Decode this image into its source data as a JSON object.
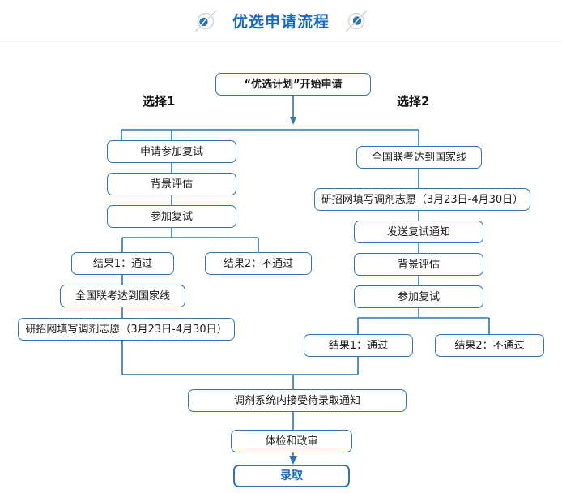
{
  "header": {
    "title": "优选申请流程",
    "left_icon": "circle-slash-icon",
    "right_icon": "circle-slash-icon"
  },
  "flow": {
    "start": {
      "label": "“优选计划”开始申请"
    },
    "branch_labels": {
      "left": "选择1",
      "right": "选择2"
    },
    "left_branch": [
      {
        "label": "申请参加复试"
      },
      {
        "label": "背景评估"
      },
      {
        "label": "参加复试"
      },
      {
        "label": "结果1：通过"
      },
      {
        "label": "结果2：不通过"
      },
      {
        "label": "全国联考达到国家线"
      },
      {
        "label": "研招网填写调剂志愿（3月23日-4月30日）"
      }
    ],
    "right_branch": [
      {
        "label": "全国联考达到国家线"
      },
      {
        "label": "研招网填写调剂志愿（3月23日-4月30日）"
      },
      {
        "label": "发送复试通知"
      },
      {
        "label": "背景评估"
      },
      {
        "label": "参加复试"
      },
      {
        "label": "结果1：通过"
      },
      {
        "label": "结果2：不通过"
      }
    ],
    "merge": [
      {
        "label": "调剂系统内接受待录取通知"
      },
      {
        "label": "体检和政审"
      },
      {
        "label": "录取"
      }
    ]
  },
  "colors": {
    "title": "#1668c8",
    "node_border": "#2e75b6",
    "connector": "#2e75b6",
    "accent_text": "#1668c8",
    "background": "#ffffff",
    "header_rule": "#f0f0f0"
  }
}
